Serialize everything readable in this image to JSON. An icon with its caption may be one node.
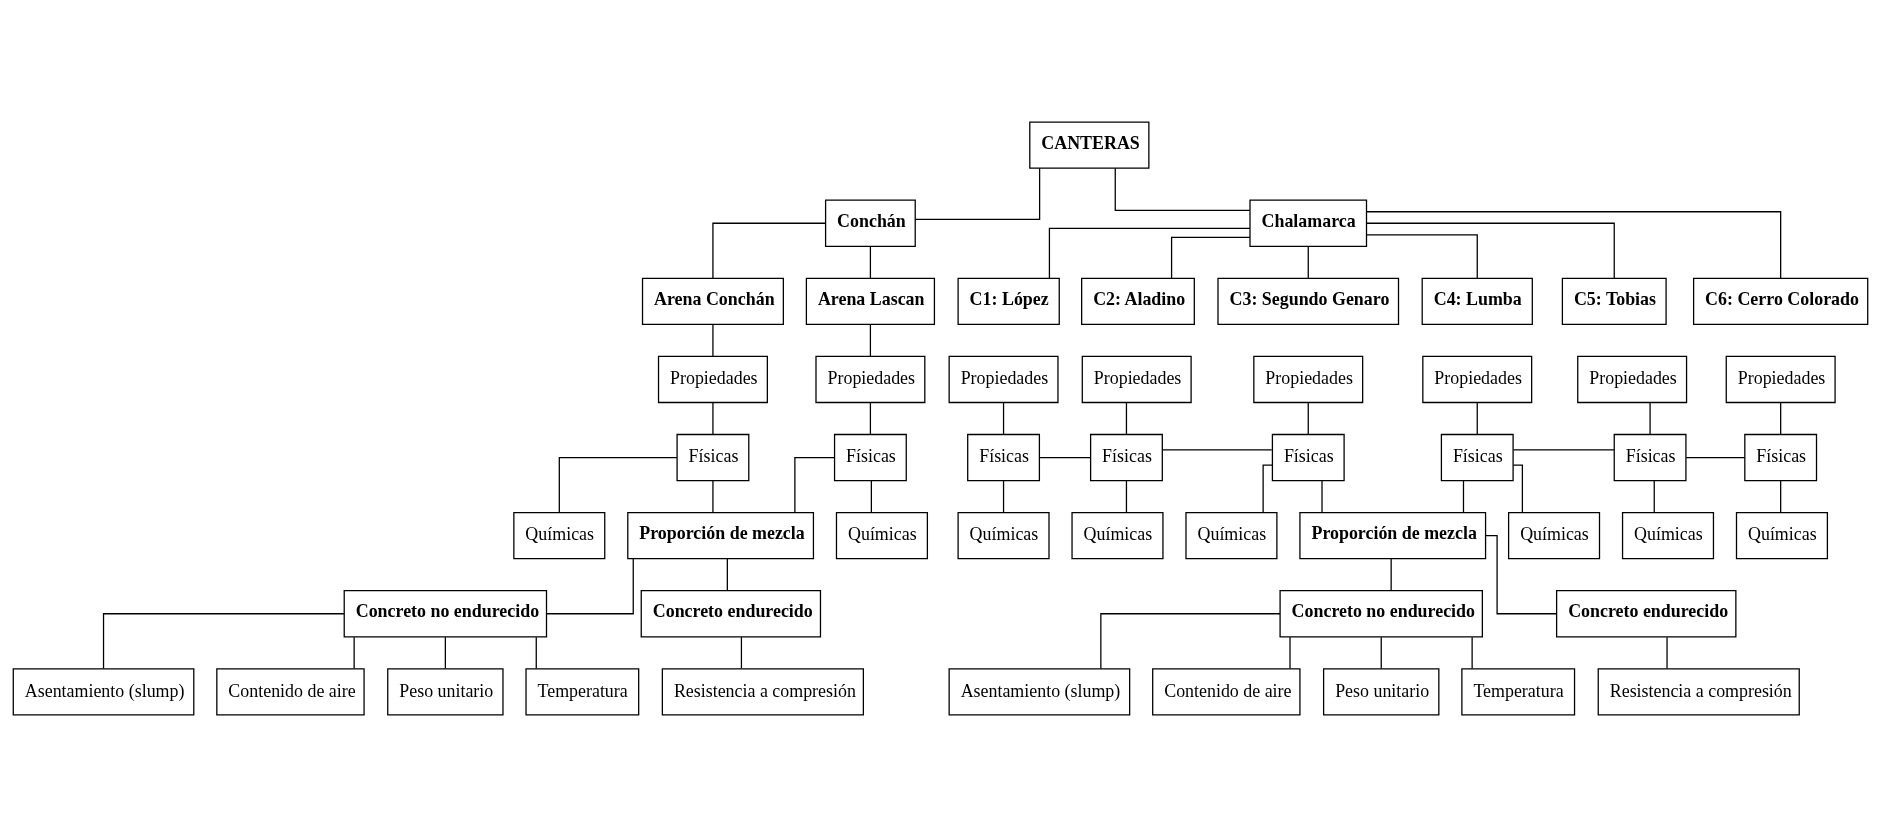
{
  "diagram": {
    "nodes": [
      {
        "text": [
          "CANTERAS"
        ]
      },
      {
        "text": [
          "Conchán"
        ]
      },
      {
        "text": [
          "Arena Conchán"
        ]
      },
      {
        "text": [
          "Arena Lascan"
        ]
      },
      {
        "text": [
          "Propiedades"
        ]
      },
      {
        "text": [
          "Físicas"
        ]
      },
      {
        "text": [
          "Químicas"
        ]
      },
      {
        "text": [
          "Propiedades"
        ]
      },
      {
        "text": [
          "Físicas"
        ]
      },
      {
        "text": [
          "Químicas"
        ]
      },
      {
        "text": [
          "Proporción de mezcla"
        ]
      },
      {
        "text": [
          "Concreto no endurecido"
        ]
      },
      {
        "text": [
          "Concreto endurecido"
        ]
      },
      {
        "text": [
          "Asentamiento (slump)"
        ]
      },
      {
        "text": [
          "Contenido de aire"
        ]
      },
      {
        "text": [
          "Peso unitario"
        ]
      },
      {
        "text": [
          "Temperatura"
        ]
      },
      {
        "text": [
          "Resistencia a compresión"
        ]
      },
      {
        "text": [
          "Chalamarca"
        ]
      },
      {
        "text": [
          "C1: López"
        ]
      },
      {
        "text": [
          "C2: Aladino"
        ]
      },
      {
        "text": [
          "C3: Segundo Genaro"
        ]
      },
      {
        "text": [
          "C4: Lumba"
        ]
      },
      {
        "text": [
          "C5: Tobias"
        ]
      },
      {
        "text": [
          "C6: Cerro Colorado"
        ]
      },
      {
        "text": [
          "Propiedades"
        ]
      },
      {
        "text": [
          "Físicas"
        ]
      },
      {
        "text": [
          "Químicas"
        ]
      },
      {
        "text": [
          "Propiedades"
        ]
      },
      {
        "text": [
          "Físicas"
        ]
      },
      {
        "text": [
          "Químicas"
        ]
      },
      {
        "text": [
          "Propiedades"
        ]
      },
      {
        "text": [
          "Físicas"
        ]
      },
      {
        "text": [
          "Químicas"
        ]
      },
      {
        "text": [
          "Propiedades"
        ]
      },
      {
        "text": [
          "Físicas"
        ]
      },
      {
        "text": [
          "Químicas"
        ]
      },
      {
        "text": [
          "Propiedades"
        ]
      },
      {
        "text": [
          "Físicas"
        ]
      },
      {
        "text": [
          "Químicas"
        ]
      },
      {
        "text": [
          "Propiedades"
        ]
      },
      {
        "text": [
          "Físicas"
        ]
      },
      {
        "text": [
          "Químicas"
        ]
      },
      {
        "text": [
          "Proporción de mezcla"
        ]
      },
      {
        "text": [
          "Concreto no endurecido"
        ]
      },
      {
        "text": [
          "Concreto endurecido"
        ]
      },
      {
        "text": [
          "Asentamiento (slump)"
        ]
      },
      {
        "text": [
          "Contenido de aire"
        ]
      },
      {
        "text": [
          "Peso unitario"
        ]
      },
      {
        "text": [
          "Temperatura"
        ]
      },
      {
        "text": [
          "Resistencia a compresión"
        ]
      }
    ],
    "edges": [
      {
        "from": 0,
        "to": 1,
        "arrow": "none"
      },
      {
        "from": 0,
        "to": 18,
        "arrow": "none"
      },
      {
        "from": 1,
        "to": 2,
        "arrow": "none"
      },
      {
        "from": 1,
        "to": 3,
        "arrow": "none"
      },
      {
        "from": 2,
        "to": 4,
        "arrow": "none"
      },
      {
        "from": 4,
        "to": 5,
        "arrow": "none"
      },
      {
        "from": 5,
        "to": 6,
        "arrow": "none"
      },
      {
        "from": 3,
        "to": 7,
        "arrow": "none"
      },
      {
        "from": 7,
        "to": 8,
        "arrow": "none"
      },
      {
        "from": 8,
        "to": 9,
        "arrow": "none"
      },
      {
        "from": 5,
        "to": 10,
        "arrow": "none"
      },
      {
        "from": 8,
        "to": 10,
        "arrow": "none"
      },
      {
        "from": 10,
        "to": 11,
        "arrow": "none"
      },
      {
        "from": 10,
        "to": 12,
        "arrow": "none"
      },
      {
        "from": 11,
        "to": 13,
        "arrow": "none"
      },
      {
        "from": 11,
        "to": 14,
        "arrow": "none"
      },
      {
        "from": 11,
        "to": 15,
        "arrow": "none"
      },
      {
        "from": 11,
        "to": 16,
        "arrow": "none"
      },
      {
        "from": 12,
        "to": 17,
        "arrow": "none"
      },
      {
        "from": 18,
        "to": 19,
        "arrow": "none"
      },
      {
        "from": 18,
        "to": 20,
        "arrow": "none"
      },
      {
        "from": 18,
        "to": 21,
        "arrow": "none"
      },
      {
        "from": 18,
        "to": 22,
        "arrow": "none"
      },
      {
        "from": 18,
        "to": 23,
        "arrow": "none"
      },
      {
        "from": 18,
        "to": 24,
        "arrow": "none"
      },
      {
        "from": 25,
        "to": 26,
        "arrow": "none"
      },
      {
        "from": 26,
        "to": 27,
        "arrow": "none"
      },
      {
        "from": 28,
        "to": 29,
        "arrow": "none"
      },
      {
        "from": 29,
        "to": 30,
        "arrow": "none"
      },
      {
        "from": 31,
        "to": 32,
        "arrow": "none"
      },
      {
        "from": 32,
        "to": 33,
        "arrow": "none"
      },
      {
        "from": 34,
        "to": 35,
        "arrow": "none"
      },
      {
        "from": 35,
        "to": 36,
        "arrow": "none"
      },
      {
        "from": 37,
        "to": 38,
        "arrow": "none"
      },
      {
        "from": 38,
        "to": 39,
        "arrow": "none"
      },
      {
        "from": 40,
        "to": 41,
        "arrow": "none"
      },
      {
        "from": 41,
        "to": 42,
        "arrow": "none"
      },
      {
        "from": 26,
        "to": 29,
        "arrow": "none"
      },
      {
        "from": 29,
        "to": 32,
        "arrow": "none"
      },
      {
        "from": 32,
        "to": 43,
        "arrow": "none"
      },
      {
        "from": 35,
        "to": 43,
        "arrow": "none"
      },
      {
        "from": 35,
        "to": 38,
        "arrow": "none"
      },
      {
        "from": 38,
        "to": 41,
        "arrow": "none"
      },
      {
        "from": 43,
        "to": 44,
        "arrow": "none"
      },
      {
        "from": 43,
        "to": 45,
        "arrow": "none"
      },
      {
        "from": 44,
        "to": 46,
        "arrow": "none"
      },
      {
        "from": 44,
        "to": 47,
        "arrow": "none"
      },
      {
        "from": 44,
        "to": 48,
        "arrow": "none"
      },
      {
        "from": 44,
        "to": 49,
        "arrow": "none"
      },
      {
        "from": 45,
        "to": 50,
        "arrow": "none"
      }
    ]
  }
}
